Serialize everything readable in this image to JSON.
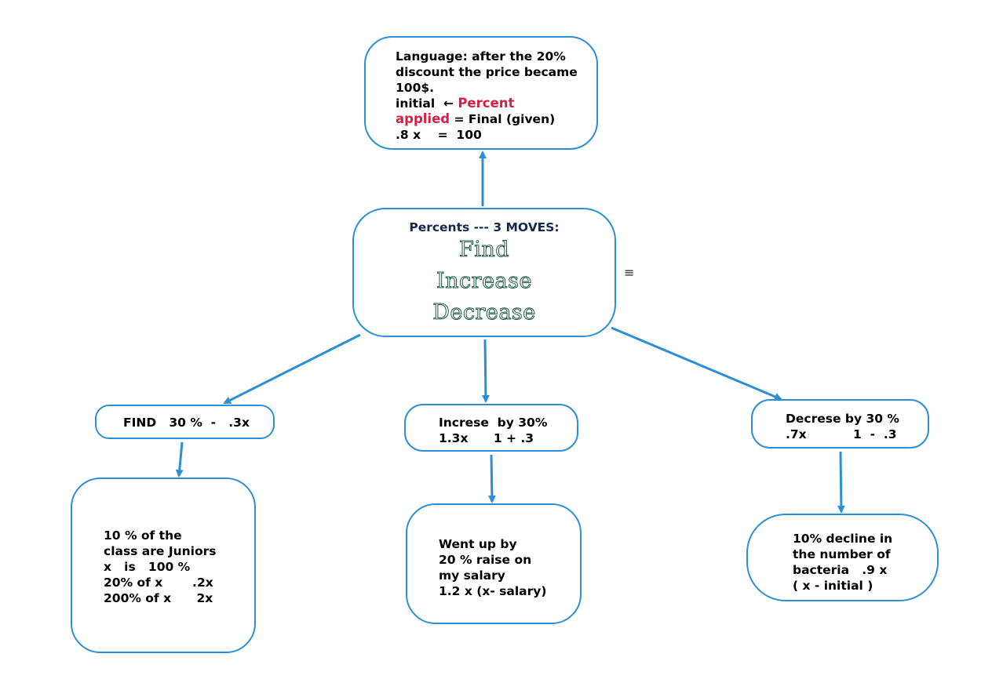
{
  "top_node": {
    "line1": "Language: after the 20%",
    "line2": "discount the price became",
    "line3": "100$.",
    "line4_pre": "initial  ← ",
    "line4_red": "Percent",
    "line5_red": "applied",
    "line5_post": " = Final (given)",
    "line6": ".8 x    =  100"
  },
  "center_node": {
    "heading": "Percents  --- 3 MOVES:",
    "word1": "Find",
    "word2": "Increase",
    "word3": "Decrease"
  },
  "menu_icon": "≡",
  "find_node": {
    "text": "FIND   30 %  -   .3x"
  },
  "increase_node": {
    "text": "Increse  by 30%\n1.3x      1 + .3"
  },
  "decrease_node": {
    "text": "Decrese by 30 %\n.7x           1  -  .3"
  },
  "example_find": {
    "text": "10 % of the\nclass are Juniors\nx   is   100 %\n20% of x       .2x\n200% of x      2x"
  },
  "example_increase": {
    "text": "Went up by\n20 % raise on\nmy salary\n1.2 x (x- salary)"
  },
  "example_decrease": {
    "text": "10% decline in\nthe number of\nbacteria   .9 x\n( x - initial )"
  },
  "colors": {
    "connector": "#2c8fd6",
    "highlight": "#d51f45",
    "heading": "#14284e",
    "outline_text": "#1f5a44"
  }
}
